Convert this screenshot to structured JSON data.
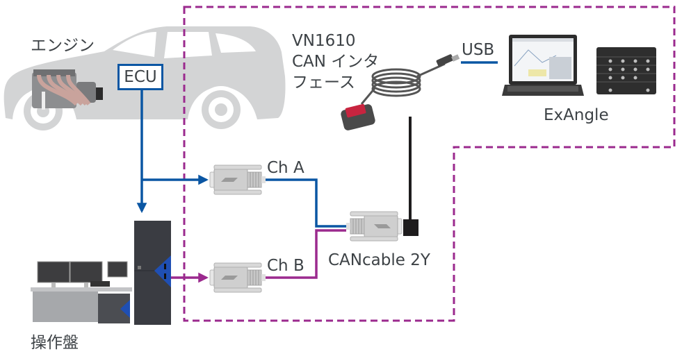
{
  "diagram": {
    "colors": {
      "ch_a_line": "#0a56a3",
      "ch_b_line": "#9b2a8e",
      "boundary": "#9b2a8e",
      "car": "#d3d4d5",
      "text": "#3d4246",
      "cable_black": "#1e1c1d"
    },
    "labels": {
      "engine": "エンジン",
      "ecu": "ECU",
      "interface": "VN1610\nCAN インタ\nフェース",
      "usb": "USB",
      "exangle": "ExAngle",
      "ch_a": "Ch A",
      "ch_b": "Ch B",
      "cancable": "CANcable 2Y",
      "control_panel": "操作盤"
    },
    "nodes": [
      {
        "id": "engine",
        "label": "エンジン",
        "icon": "engine-icon"
      },
      {
        "id": "ecu",
        "label": "ECU"
      },
      {
        "id": "control-panel",
        "label": "操作盤",
        "icon": "control-console-icon"
      },
      {
        "id": "vn1610",
        "label": "VN1610 CAN インタフェース",
        "icon": "can-interface-icon"
      },
      {
        "id": "exangle",
        "label": "ExAngle",
        "icon": "laptop-icon"
      },
      {
        "id": "ch-a",
        "label": "Ch A",
        "icon": "dsub-connector-icon"
      },
      {
        "id": "ch-b",
        "label": "Ch B",
        "icon": "dsub-connector-icon"
      },
      {
        "id": "cancable",
        "label": "CANcable 2Y",
        "icon": "dsub-connector-icon"
      }
    ],
    "connections": [
      {
        "from": "ecu",
        "to": "control-panel",
        "color": "blue"
      },
      {
        "from": "ecu",
        "to": "ch-a",
        "color": "blue"
      },
      {
        "from": "control-panel",
        "to": "ch-b",
        "color": "purple"
      },
      {
        "from": "ch-a",
        "to": "cancable",
        "color": "blue"
      },
      {
        "from": "ch-b",
        "to": "cancable",
        "color": "purple"
      },
      {
        "from": "cancable",
        "to": "vn1610",
        "color": "black"
      },
      {
        "from": "vn1610",
        "to": "exangle",
        "label": "USB",
        "color": "blue"
      }
    ]
  }
}
